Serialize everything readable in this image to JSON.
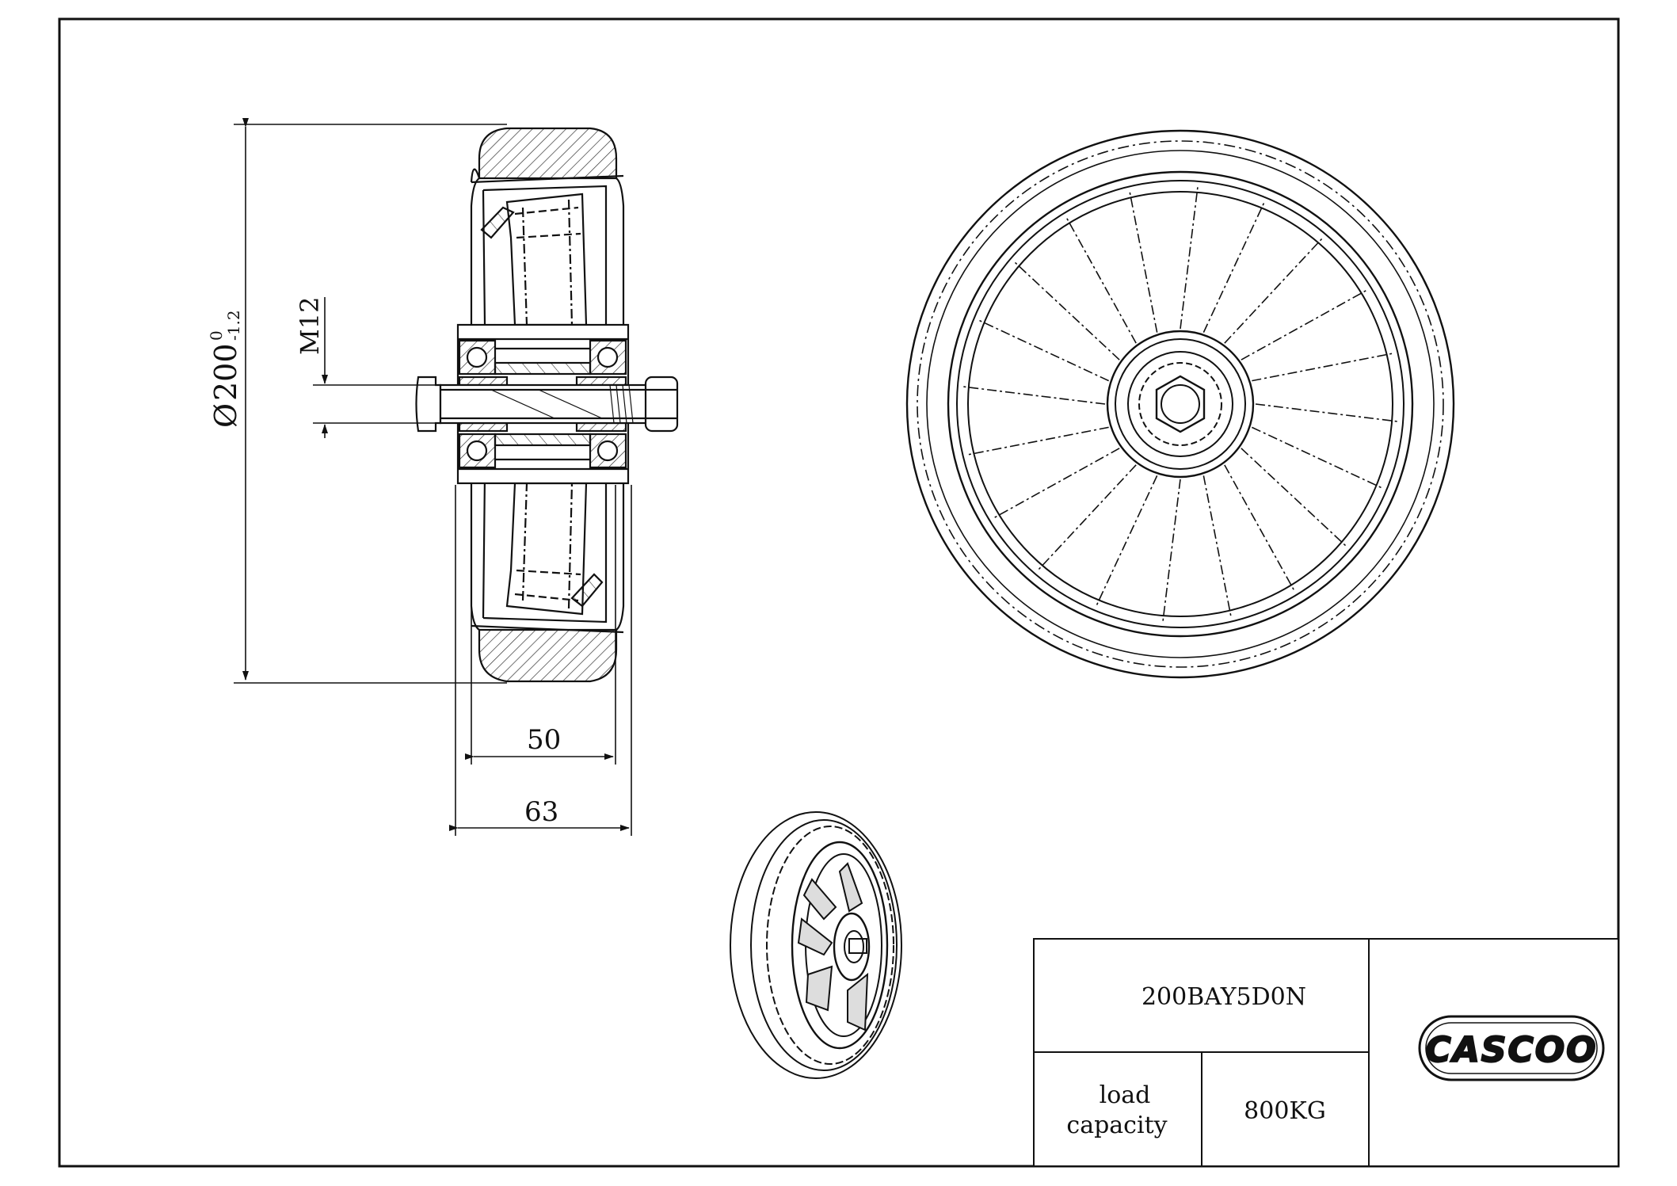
{
  "dimensions": {
    "diameter_prefix": "Ø",
    "diameter_value": "200",
    "tolerance_upper": "0",
    "tolerance_lower": "-1.2",
    "thread": "M12",
    "tread_width": "50",
    "overall_width": "63"
  },
  "title_block": {
    "part_number": "200BAY5D0N",
    "load_label_line1": "load",
    "load_label_line2": "capacity",
    "load_value": "800KG",
    "logo_text": "CASCOO"
  },
  "colors": {
    "line": "#111111",
    "hatch": "#333333",
    "background": "#ffffff"
  }
}
